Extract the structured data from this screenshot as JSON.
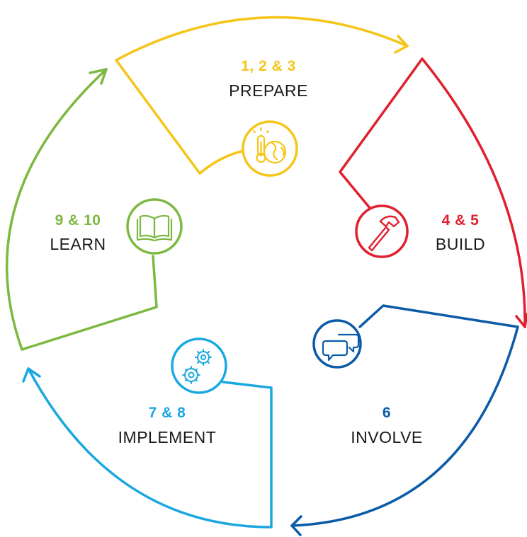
{
  "segments": [
    {
      "id": "prepare",
      "numbers": "1, 2 & 3",
      "label": "PREPARE",
      "color": "#F5C518",
      "icon": "thermometer-globe-icon"
    },
    {
      "id": "build",
      "numbers": "4 & 5",
      "label": "BUILD",
      "color": "#E0202F",
      "icon": "hammer-icon"
    },
    {
      "id": "involve",
      "numbers": "6",
      "label": "INVOLVE",
      "color": "#0B5BA8",
      "icon": "speech-bubbles-icon"
    },
    {
      "id": "implement",
      "numbers": "7 & 8",
      "label": "IMPLEMENT",
      "color": "#1BA8E0",
      "icon": "gears-icon"
    },
    {
      "id": "learn",
      "numbers": "9 & 10",
      "label": "LEARN",
      "color": "#7DB940",
      "icon": "open-book-icon"
    }
  ]
}
